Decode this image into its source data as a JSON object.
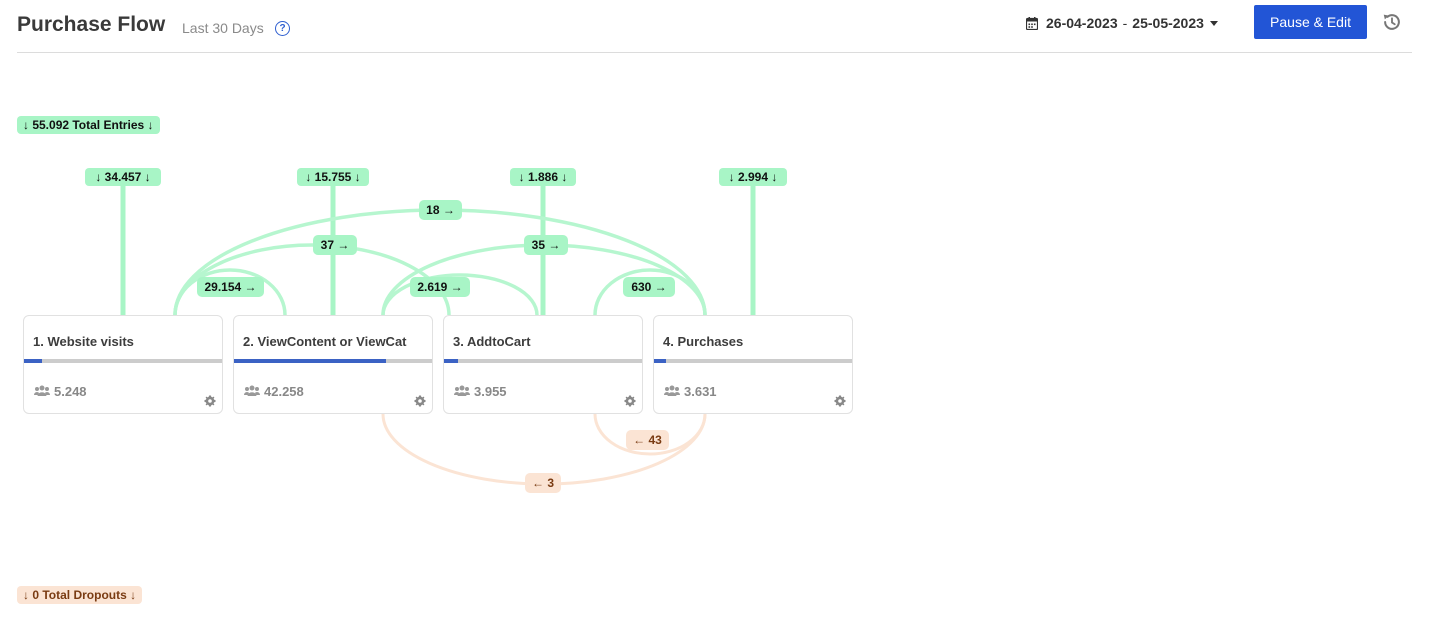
{
  "header": {
    "title": "Purchase Flow",
    "subtitle": "Last 30 Days",
    "help_icon": "?",
    "date_start": "26-04-2023",
    "date_separator": "-",
    "date_end": "25-05-2023",
    "primary_button": "Pause & Edit",
    "icons": {
      "calendar": "calendar-icon",
      "history": "history-icon",
      "help": "question-circle-icon"
    }
  },
  "colors": {
    "accent": "#2255d6",
    "flow_green": "#a8f5c6",
    "flow_orange": "#fbe4d4",
    "progress_fill": "#3b62c4"
  },
  "total_entries": "↓ 55.092 Total Entries ↓",
  "total_dropouts": "↓ 0 Total Dropouts ↓",
  "entries": [
    "↓ 34.457 ↓",
    "↓ 15.755 ↓",
    "↓ 1.886 ↓",
    "↓ 2.994 ↓"
  ],
  "forward_transitions": {
    "s1_s2": "29.154 →",
    "s2_s3": "2.619 →",
    "s3_s4": "630 →",
    "s1_s3": "37 →",
    "s2_s4": "35 →",
    "s1_s4": "18 →"
  },
  "backward_transitions": {
    "s4_s3": "← 43",
    "s3_s2": "← 3"
  },
  "steps": [
    {
      "name": "1. Website visits",
      "count": "5.248",
      "progress": 0.09
    },
    {
      "name": "2. ViewContent or ViewCat",
      "count": "42.258",
      "progress": 0.77
    },
    {
      "name": "3. AddtoCart",
      "count": "3.955",
      "progress": 0.07
    },
    {
      "name": "4. Purchases",
      "count": "3.631",
      "progress": 0.06
    }
  ]
}
